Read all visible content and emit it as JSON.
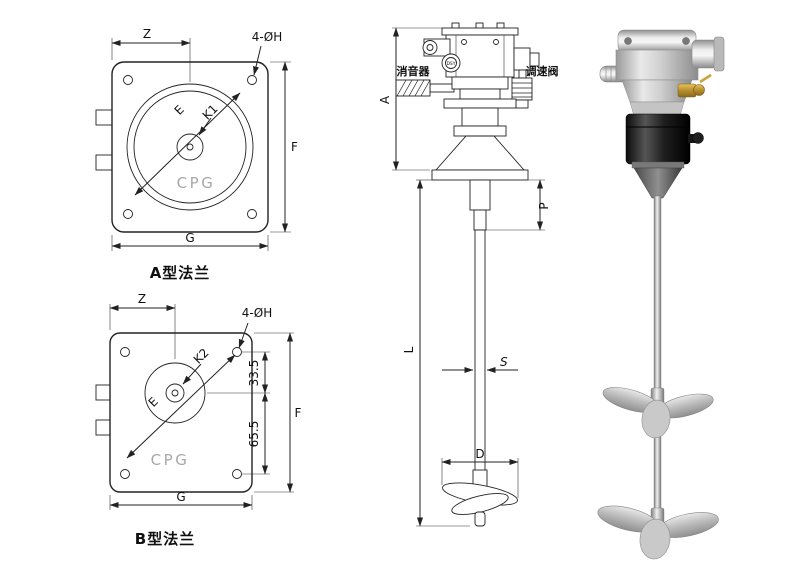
{
  "page": {
    "background": "#ffffff"
  },
  "flange_a": {
    "title": "A型法兰",
    "center_label": "CPG",
    "dims": {
      "z": "Z",
      "holes": "4-ØH",
      "e": "E",
      "k": "K1",
      "f": "F",
      "g": "G"
    }
  },
  "flange_b": {
    "title": "B型法兰",
    "center_label": "CPG",
    "dims": {
      "z": "Z",
      "holes": "4-ØH",
      "e": "E",
      "k": "K2",
      "f": "F",
      "g": "G",
      "v1": "33.5",
      "v2": "65.5"
    }
  },
  "mixer_drawing": {
    "labels": {
      "muffler": "消音器",
      "speed_valve": "调速阀",
      "logo": "DSY"
    },
    "dims": {
      "a": "A",
      "p": "P",
      "l": "L",
      "s": "S",
      "d": "D"
    }
  },
  "colors": {
    "line": "#222222",
    "cpg_text": "#a8a8a8",
    "steel": "#c9c9c9",
    "housing_dark": "#1c1c1c",
    "brass": "#c9a23a"
  }
}
